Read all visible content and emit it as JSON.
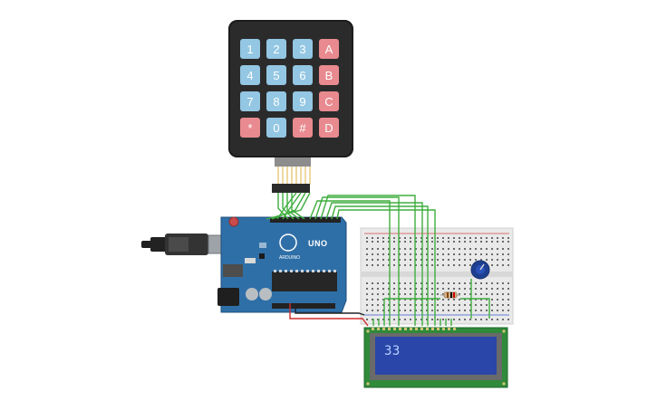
{
  "keypad": {
    "rows": [
      [
        {
          "label": "1",
          "kind": "num"
        },
        {
          "label": "2",
          "kind": "num"
        },
        {
          "label": "3",
          "kind": "num"
        },
        {
          "label": "A",
          "kind": "let"
        }
      ],
      [
        {
          "label": "4",
          "kind": "num"
        },
        {
          "label": "5",
          "kind": "num"
        },
        {
          "label": "6",
          "kind": "num"
        },
        {
          "label": "B",
          "kind": "let"
        }
      ],
      [
        {
          "label": "7",
          "kind": "num"
        },
        {
          "label": "8",
          "kind": "num"
        },
        {
          "label": "9",
          "kind": "num"
        },
        {
          "label": "C",
          "kind": "let"
        }
      ],
      [
        {
          "label": "*",
          "kind": "let"
        },
        {
          "label": "0",
          "kind": "num"
        },
        {
          "label": "#",
          "kind": "let"
        },
        {
          "label": "D",
          "kind": "let"
        }
      ]
    ]
  },
  "arduino": {
    "model_label": "UNO"
  },
  "lcd": {
    "display_text": "33"
  },
  "colors": {
    "arduino_board": "#2f6fa8",
    "wire_green": "#3fae3f",
    "wire_red": "#d12b2b",
    "wire_black": "#222222",
    "lcd_pcb": "#2f8a3a",
    "lcd_screen": "#2a46a8",
    "breadboard": "#e9e9e9"
  }
}
